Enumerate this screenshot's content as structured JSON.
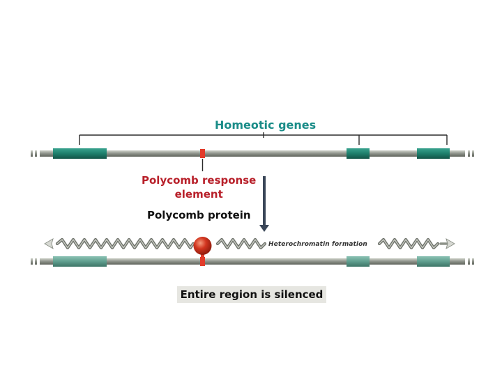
{
  "labels": {
    "homeotic_genes": "Homeotic genes",
    "pre_line1": "Polycomb response",
    "pre_line2": "element",
    "polycomb_protein": "Polycomb protein",
    "heterochromatin": "Heterochromatin formation",
    "silenced": "Entire region is silenced"
  },
  "colors": {
    "gene_active": "#1e7f6c",
    "gene_silenced": "#5f9e8e",
    "pre": "#e23b2a",
    "protein": "#d2351f",
    "dna": "#8d9289",
    "arrow": "#3a4658",
    "title": "#1a8c88",
    "pre_text": "#b8202a"
  }
}
